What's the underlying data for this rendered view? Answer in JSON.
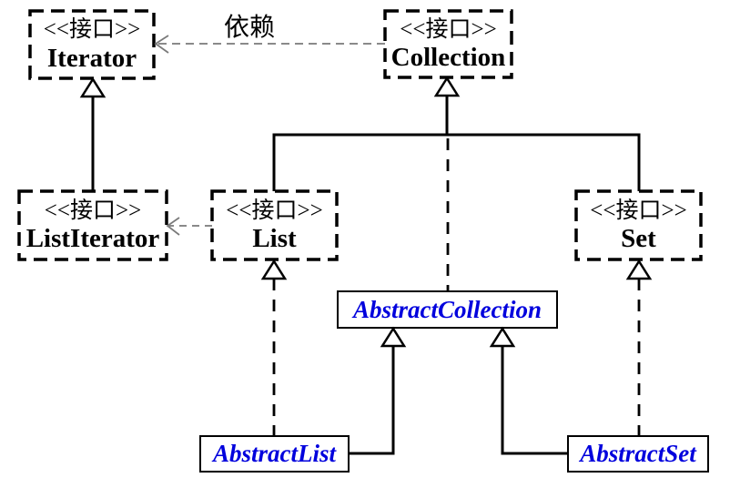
{
  "diagram": {
    "title": "java-collections-uml",
    "stereotype_label": "<<接口>>",
    "dependency_label": "依赖",
    "colors": {
      "background": "#ffffff",
      "line": "#000000",
      "dependency_line": "#7a7a7a",
      "interface_text": "#000000",
      "abstract_class_text": "#0000DD"
    },
    "interfaces": [
      {
        "id": "iterator",
        "name": "Iterator"
      },
      {
        "id": "collection",
        "name": "Collection"
      },
      {
        "id": "listiterator",
        "name": "ListIterator"
      },
      {
        "id": "list",
        "name": "List"
      },
      {
        "id": "set",
        "name": "Set"
      }
    ],
    "abstract_classes": [
      {
        "id": "abstract-collection",
        "name": "AbstractCollection"
      },
      {
        "id": "abstract-list",
        "name": "AbstractList"
      },
      {
        "id": "abstract-set",
        "name": "AbstractSet"
      }
    ],
    "relationships": [
      {
        "from": "Collection",
        "to": "Iterator",
        "type": "dependency",
        "label": "依赖"
      },
      {
        "from": "List",
        "to": "ListIterator",
        "type": "dependency",
        "label": ""
      },
      {
        "from": "ListIterator",
        "to": "Iterator",
        "type": "generalization"
      },
      {
        "from": "List",
        "to": "Collection",
        "type": "generalization"
      },
      {
        "from": "Set",
        "to": "Collection",
        "type": "generalization"
      },
      {
        "from": "AbstractCollection",
        "to": "Collection",
        "type": "realization"
      },
      {
        "from": "AbstractList",
        "to": "List",
        "type": "realization"
      },
      {
        "from": "AbstractSet",
        "to": "Set",
        "type": "realization"
      },
      {
        "from": "AbstractList",
        "to": "AbstractCollection",
        "type": "generalization"
      },
      {
        "from": "AbstractSet",
        "to": "AbstractCollection",
        "type": "generalization"
      }
    ]
  }
}
